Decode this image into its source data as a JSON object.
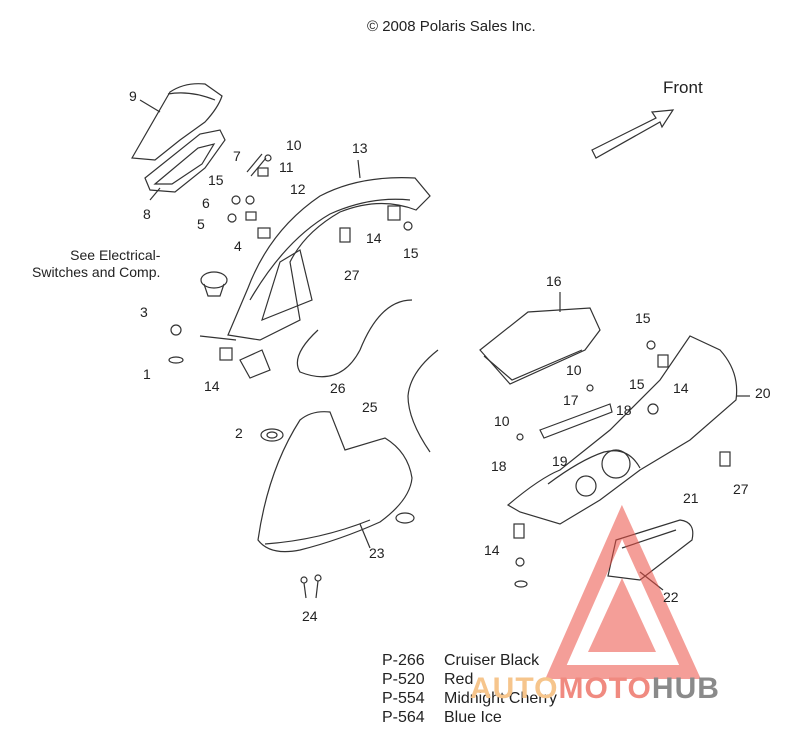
{
  "header": {
    "copyright": "© 2008 Polaris Sales Inc."
  },
  "direction": {
    "label": "Front"
  },
  "note": {
    "line1": "See Electrical-",
    "line2": "Switches and Comp."
  },
  "callouts": [
    "9",
    "8",
    "10",
    "7",
    "11",
    "15",
    "12",
    "6",
    "5",
    "4",
    "13",
    "14",
    "15",
    "27",
    "3",
    "1",
    "14",
    "26",
    "16",
    "15",
    "10",
    "14",
    "15",
    "17",
    "18",
    "10",
    "18",
    "19",
    "20",
    "2",
    "25",
    "23",
    "24",
    "21",
    "14",
    "27",
    "22"
  ],
  "legend": [
    {
      "code": "P-266",
      "name": "Cruiser Black"
    },
    {
      "code": "P-520",
      "name": "Red"
    },
    {
      "code": "P-554",
      "name": "Midnight Cherry"
    },
    {
      "code": "P-564",
      "name": "Blue Ice"
    }
  ],
  "watermark": {
    "part1": "AUTO",
    "part2": "MOTO",
    "part3": "HUB"
  }
}
